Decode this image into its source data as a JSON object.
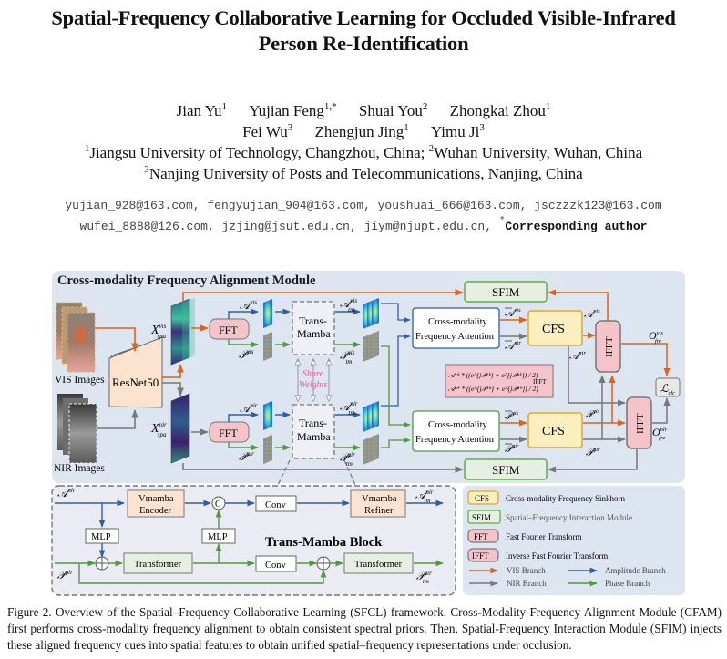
{
  "paper": {
    "title_line1": "Spatial-Frequency Collaborative Learning for Occluded Visible-Infrared",
    "title_line2": "Person Re-Identification",
    "authors": [
      {
        "name": "Jian Yu",
        "sup": "1"
      },
      {
        "name": "Yujian Feng",
        "sup": "1,*"
      },
      {
        "name": "Shuai You",
        "sup": "2"
      },
      {
        "name": "Zhongkai Zhou",
        "sup": "1"
      },
      {
        "name": "Fei Wu",
        "sup": "3"
      },
      {
        "name": "Zhengjun Jing",
        "sup": "1"
      },
      {
        "name": "Yimu Ji",
        "sup": "3"
      }
    ],
    "affiliations": [
      {
        "sup": "1",
        "text": "Jiangsu University of Technology, Changzhou, China; "
      },
      {
        "sup": "2",
        "text": "Wuhan University, Wuhan, China"
      },
      {
        "sup": "3",
        "text": "Nanjing University of Posts and Telecommunications, Nanjing, China"
      }
    ],
    "emails_line1": "yujian_928@163.com, fengyujian_904@163.com, youshuai_666@163.com, jsczzzk123@163.com",
    "emails_line2": "wufei_8888@126.com, jzjing@jsut.edu.cn, jiym@njupt.edu.cn, ",
    "corresponding_mark": "*",
    "corresponding_label": "Corresponding author",
    "caption": "Figure 2. Overview of the Spatial–Frequency Collaborative Learning (SFCL) framework. Cross-Modality Frequency Alignment Module (CFAM) first performs cross-modality frequency alignment to obtain consistent spectral priors. Then, Spatial-Frequency Interaction Module (SFIM) injects these aligned frequency cues into spatial features to obtain unified spatial–frequency representations under occlusion."
  },
  "figure": {
    "module_title": "Cross-modality Frequency Alignment Module",
    "vis_images_label": "VIS Images",
    "nir_images_label": "NIR Images",
    "backbone_label": "ResNet50",
    "x_vis": "X",
    "x_vis_sup": "vis",
    "x_vis_sub": "spa",
    "x_nir": "X",
    "x_nir_sup": "nir",
    "x_nir_sub": "spa",
    "fft_label": "FFT",
    "a_vis": "𝒜",
    "a_vis_sup": "vis",
    "p_vis": "𝒫",
    "p_vis_sup": "vis",
    "a_nir": "𝒜",
    "a_nir_sup": "nir",
    "p_nir": "𝒫",
    "p_nir_sup": "nir",
    "transmamba_line1": "Trans-",
    "transmamba_line2": "Mamba",
    "share_line1": "Share",
    "share_line2": "Weights",
    "a_tm_vis_sup": "vis",
    "a_tm_sub": "tm",
    "p_tm_vis_sup": "vis",
    "a_tm_nir_sup": "nir",
    "p_tm_nir_sup": "nir",
    "cfa_line1": "Cross-modality",
    "cfa_line2": "Frequency Attention",
    "cfs_label": "CFS",
    "sfim_label": "SFIM",
    "ifft_label": "IFFT",
    "abar_vis_sup": "vis",
    "abar_nir_sup": "nir",
    "pbar_vis_sup": "vis",
    "pbar_nir_sup": "nir",
    "atil_vis_sup": "vis",
    "atil_nir_sup": "nir",
    "ptil_vis_sup": "vis",
    "ptil_nir_sup": "nir",
    "o_vis": "O",
    "o_vis_sup": "vis",
    "o_sub": "fre",
    "o_nir": "O",
    "o_nir_sup": "nir",
    "loss": "ℒ",
    "loss_sub": "cfc",
    "formula_line1": "𝒜ᵛⁱˢ * ((e^{j𝒫ᵛⁱˢ} + e^{j𝒫ⁿⁱʳ}) / 2)",
    "formula_line2": "𝒜ⁿⁱʳ * ((e^{j𝒫ᵛⁱˢ} + e^{j𝒫ⁿⁱʳ}) / 2)",
    "formula_ifft": "IFFT",
    "block": {
      "title": "Trans-Mamba Block",
      "a_in": "𝒜",
      "a_in_sup": "nir",
      "p_in": "𝒫",
      "p_in_sup": "nir",
      "vmamba_encoder_l1": "Vmamba",
      "vmamba_encoder_l2": "Encoder",
      "concat": "C",
      "conv": "Conv",
      "vmamba_refiner_l1": "Vmamba",
      "vmamba_refiner_l2": "Refiner",
      "mlp": "MLP",
      "transformer": "Transformer",
      "a_out_sup": "nir",
      "a_out_sub": "tm",
      "p_out_sup": "nir",
      "p_out_sub": "tm"
    },
    "legend": {
      "cfs_tag": "CFS",
      "cfs_text": "Cross-modality Frequency Sinkhorn",
      "sfim_tag": "SFIM",
      "sfim_text": "Spatial–Frequency Interaction Module",
      "fft_tag": "FFT",
      "fft_text": "Fast Fourier Transform",
      "ifft_tag": "IFFT",
      "ifft_text": "Inverse Fast Fourier Transform",
      "vis_branch": "VIS Branch",
      "amp_branch": "Amplitude Branch",
      "nir_branch": "NIR Branch",
      "phase_branch": "Phase Branch"
    },
    "colors": {
      "vis": "#d8641f",
      "nir": "#777777",
      "amplitude": "#2e5ea8",
      "phase": "#4f9a3a",
      "panel_bg": "#dde6f0",
      "fft_fill": "#f4c4ca",
      "cfs_fill": "#fbefc0",
      "sfim_fill": "#e6efe1",
      "resnet_fill": "#fbe3d0"
    }
  }
}
